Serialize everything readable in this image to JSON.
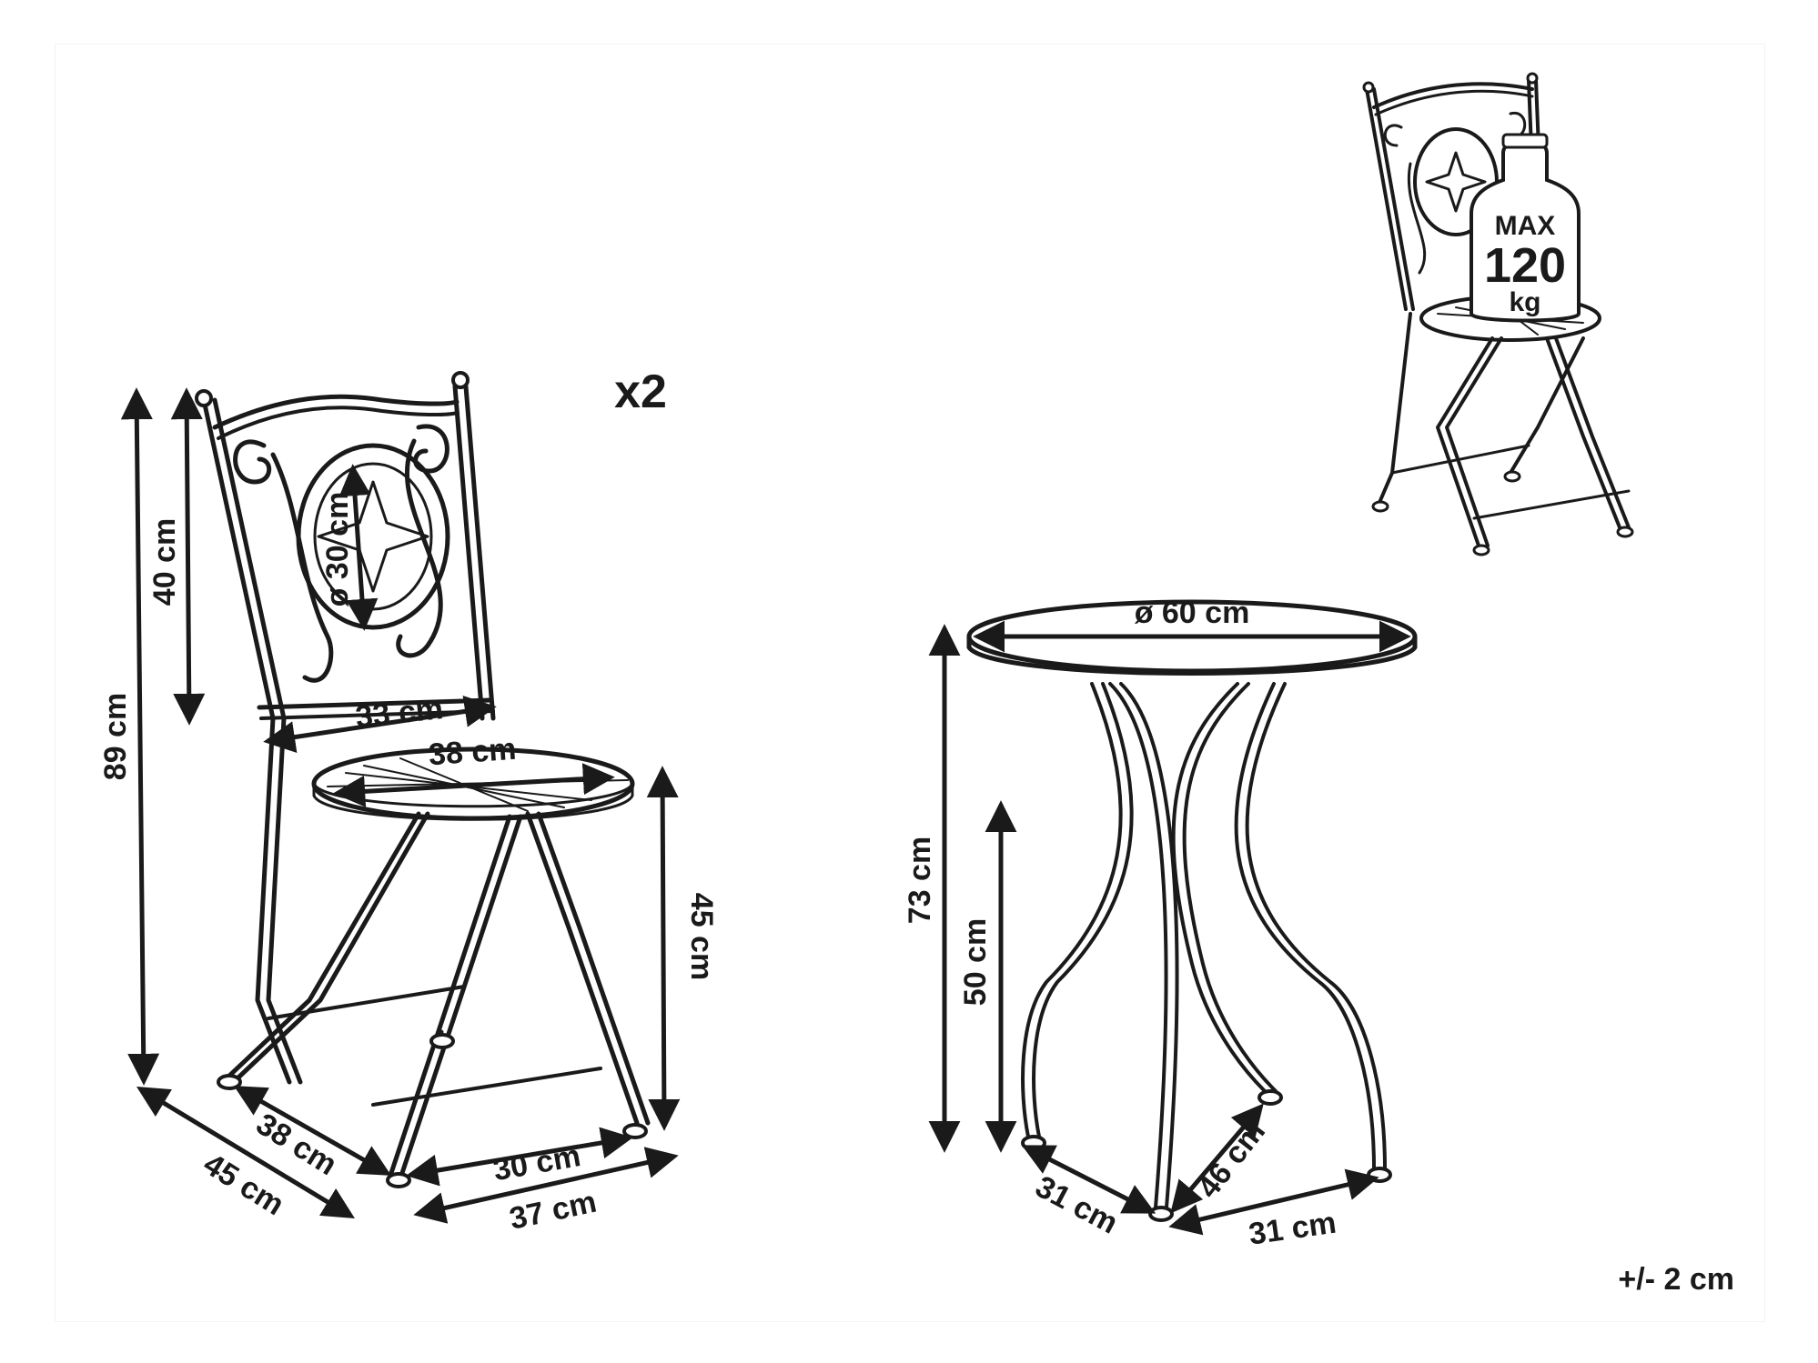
{
  "quantity": "x2",
  "tolerance": "+/- 2 cm",
  "weight_badge": {
    "line1": "MAX",
    "line2": "120",
    "line3": "kg"
  },
  "chair_dimensions": {
    "total_height": "89 cm",
    "backrest_height": "40 cm",
    "mosaic_diameter": "ø 30 cm",
    "backrest_width": "33 cm",
    "seat_diameter": "38 cm",
    "seat_height": "45 cm",
    "seat_depth": "38 cm",
    "total_depth": "45 cm",
    "front_width": "30 cm",
    "total_width": "37 cm"
  },
  "table_dimensions": {
    "top_diameter": "ø 60 cm",
    "total_height": "73 cm",
    "leg_height": "50 cm",
    "base_left": "31 cm",
    "base_depth": "46 cm",
    "base_right": "31 cm"
  }
}
